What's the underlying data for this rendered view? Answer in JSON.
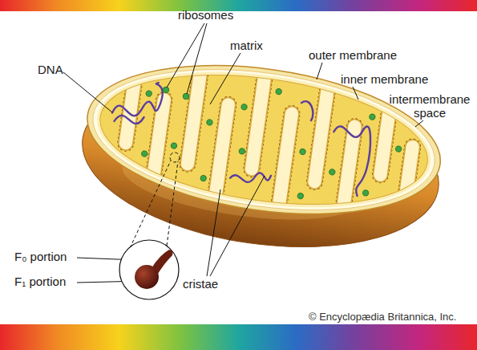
{
  "diagram": {
    "labels": [
      "ribosomes",
      "DNA",
      "matrix",
      "outer membrane",
      "inner membrane",
      "intermembrane space",
      "F₀ portion",
      "F₁ portion",
      "cristae",
      "© Encyclopædia Britannica, Inc."
    ]
  }
}
